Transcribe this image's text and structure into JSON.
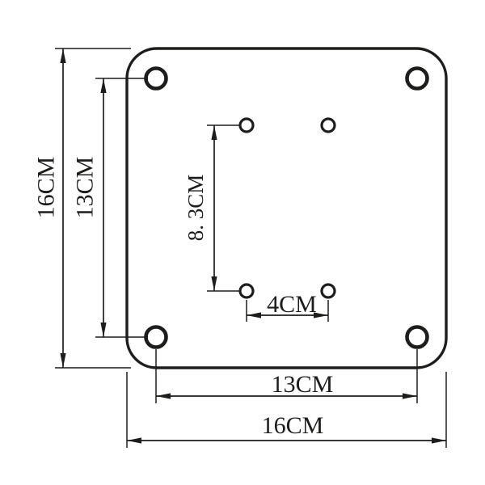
{
  "colors": {
    "line": "#1d1d1b",
    "background": "#ffffff"
  },
  "dimensions": {
    "overall_height": {
      "label": "16CM"
    },
    "corner_hole_spacing_vertical": {
      "label": "13CM"
    },
    "inner_hole_spacing_vertical": {
      "label": "8. 3CM"
    },
    "inner_hole_spacing_horizontal": {
      "label": "4CM"
    },
    "corner_hole_spacing_horizontal": {
      "label": "13CM"
    },
    "overall_width": {
      "label": "16CM"
    }
  }
}
